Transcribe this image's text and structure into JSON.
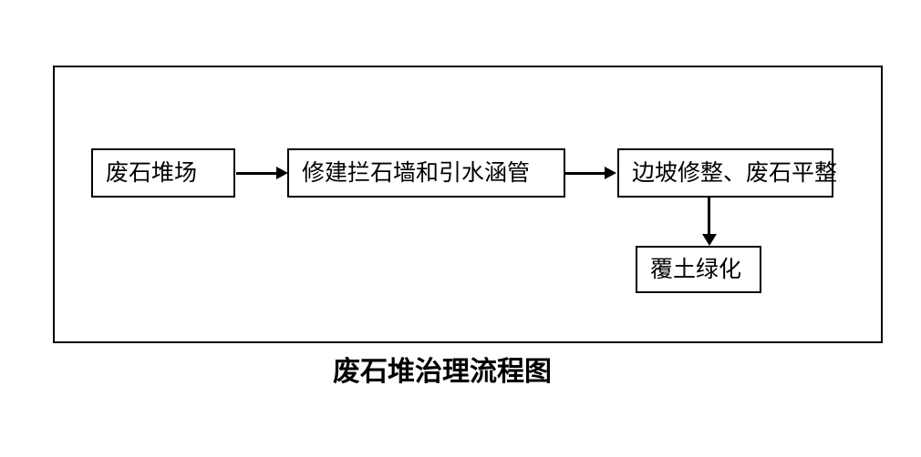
{
  "diagram": {
    "title": "废石堆治理流程图",
    "nodes": [
      {
        "id": "waste-rock-yard",
        "label": "废石堆场"
      },
      {
        "id": "build-retaining-wall-and-culvert",
        "label": "修建拦石墙和引水涵管"
      },
      {
        "id": "slope-repair-rock-leveling",
        "label": "边坡修整、废石平整"
      },
      {
        "id": "soil-cover-greening",
        "label": "覆土绿化"
      }
    ],
    "edges": [
      {
        "from": "waste-rock-yard",
        "to": "build-retaining-wall-and-culvert",
        "direction": "right"
      },
      {
        "from": "build-retaining-wall-and-culvert",
        "to": "slope-repair-rock-leveling",
        "direction": "right"
      },
      {
        "from": "slope-repair-rock-leveling",
        "to": "soil-cover-greening",
        "direction": "down"
      }
    ],
    "colors": {
      "border": "#000000",
      "background": "#ffffff",
      "text": "#000000"
    }
  }
}
